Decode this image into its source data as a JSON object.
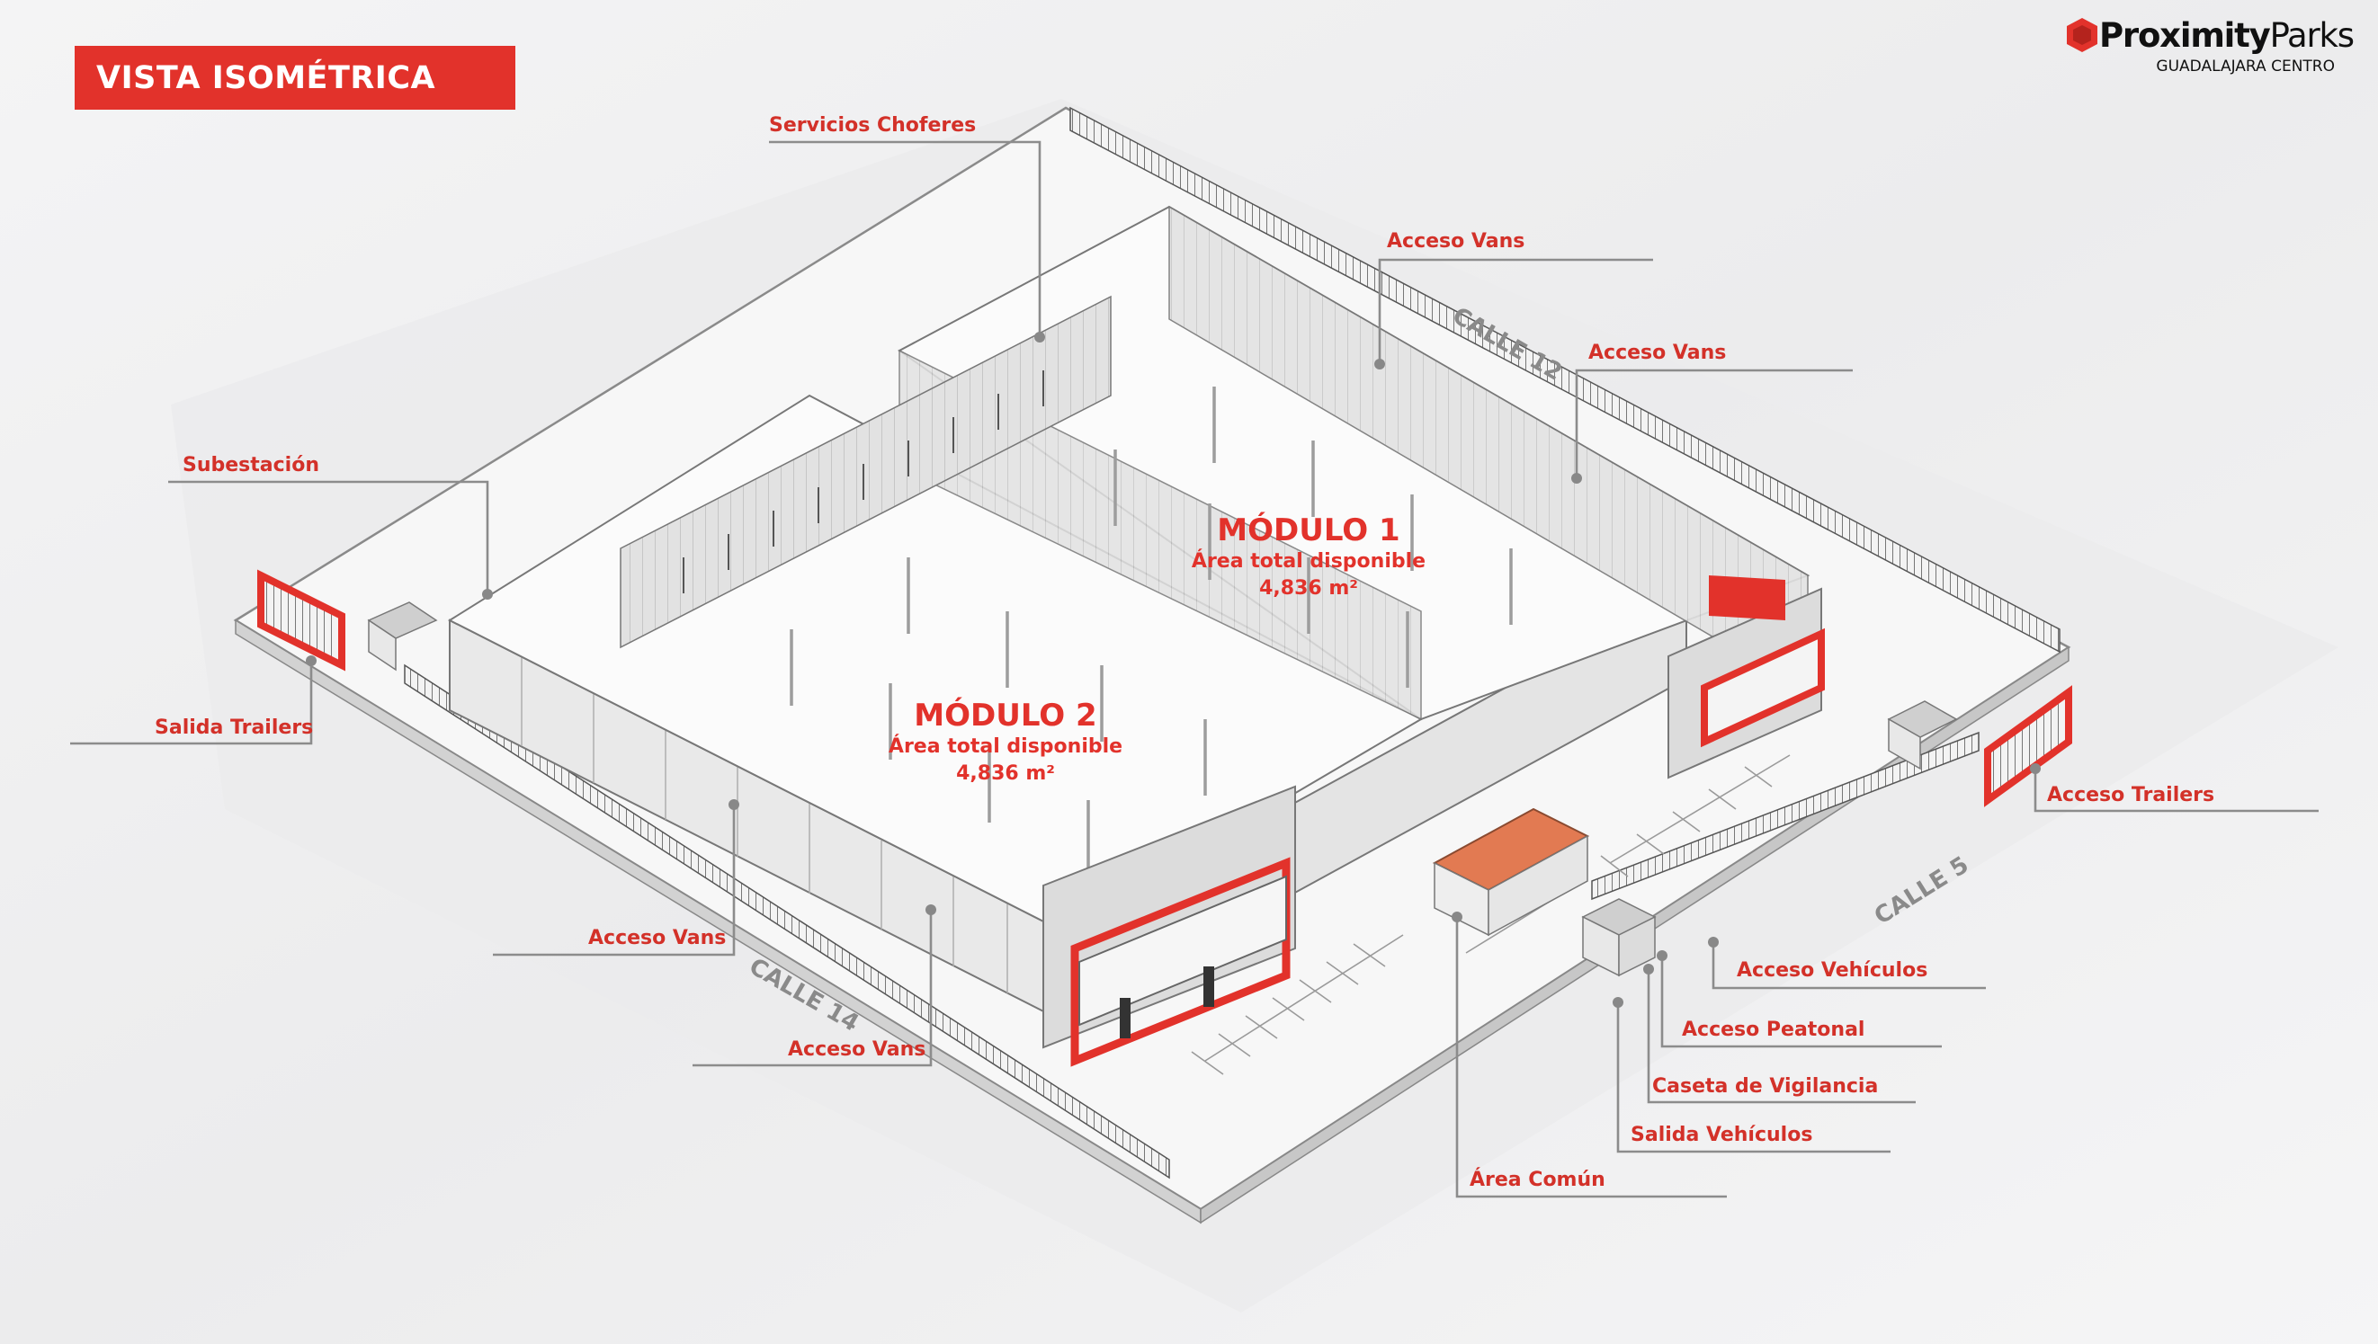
{
  "header": {
    "title": "VISTA ISOMÉTRICA"
  },
  "brand": {
    "name_bold": "Proximity",
    "name_regular": "Parks",
    "subtitle": "GUADALAJARA CENTRO",
    "logo_icon": "hexagon-logo-icon",
    "accent": "#e2322b"
  },
  "modules": [
    {
      "title": "MÓDULO 1",
      "subtitle": "Área total disponible",
      "area": "4,836 m²"
    },
    {
      "title": "MÓDULO 2",
      "subtitle": "Área total disponible",
      "area": "4,836 m²"
    }
  ],
  "streets": [
    "CALLE 12",
    "CALLE 5",
    "CALLE 14"
  ],
  "labels": {
    "servicios_choferes": "Servicios Choferes",
    "acceso_vans_top": "Acceso Vans",
    "acceso_vans_right": "Acceso Vans",
    "subestacion": "Subestación",
    "salida_trailers": "Salida Trailers",
    "acceso_trailers": "Acceso Trailers",
    "acceso_vans_left": "Acceso Vans",
    "acceso_vans_bottom": "Acceso Vans",
    "acceso_vehiculos": "Acceso Vehículos",
    "acceso_peatonal": "Acceso Peatonal",
    "caseta_vigilancia": "Caseta de Vigilancia",
    "salida_vehiculos": "Salida Vehículos",
    "area_comun": "Área Común"
  },
  "colors": {
    "accent": "#e2322b",
    "label": "#d33129",
    "line": "#8c8c8c",
    "street": "#8a8a8a"
  }
}
